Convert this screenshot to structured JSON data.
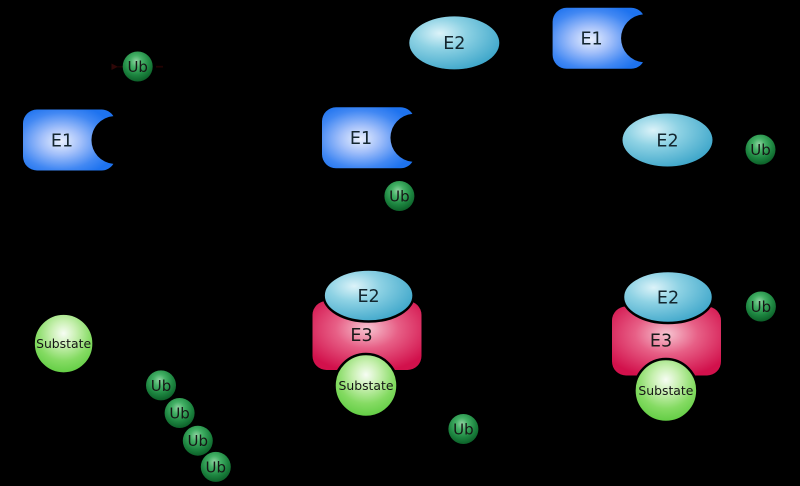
{
  "diagram": {
    "type": "pathway-diagram",
    "subject": "ubiquitin conjugation cascade",
    "background": "#000000",
    "labels": {
      "e1": "E1",
      "e2": "E2",
      "e3": "E3",
      "ub": "Ub",
      "substrate": "Substate"
    },
    "colors": {
      "e1_core": "#eaf1fe",
      "e1_edge": "#1e73ef",
      "e2_core": "#d9f1f8",
      "e2_edge": "#43abcd",
      "e3_core": "#f8ccd7",
      "e3_edge": "#d2114c",
      "ub_core": "#a8dcb4",
      "ub_edge": "#0c6129",
      "substrate_core": "#f3fcef",
      "substrate_edge": "#54c737",
      "complex_outline": "#000000",
      "arrow_remnant": "#380b0b"
    },
    "node_counts": {
      "e1_enzymes": 3,
      "e2_enzymes": 4,
      "e3_ligases": 2,
      "ubiquitins": 9,
      "substrates": 3
    }
  }
}
